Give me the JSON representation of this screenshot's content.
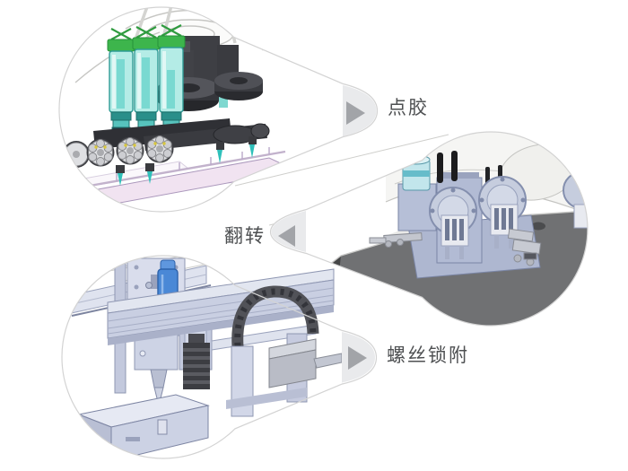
{
  "process_flow": {
    "steps": [
      {
        "label": "点胶",
        "arrow": "right",
        "illustration": "glue-dispensing-head-render"
      },
      {
        "label": "翻转",
        "arrow": "left",
        "illustration": "flip-station-fixture-plate-render"
      },
      {
        "label": "螺丝锁附",
        "arrow": "right",
        "illustration": "screw-locking-gantry-machine-render"
      }
    ]
  },
  "colors": {
    "background": "#ffffff",
    "bubble_outline": "#d3d3d3",
    "tail_tip_fill": "#e9eaec",
    "arrow_fill": "#a2a4a8",
    "label_text": "#4e5052",
    "plate_gray": "#707173",
    "machine_lavender": "#ccd2e4",
    "machine_dark": "#3a3b40",
    "syringe_teal": "#aeeae2",
    "cap_green": "#3cb54c",
    "driver_blue": "#4a88d6",
    "tray_pink": "#f1e3f1",
    "cyl_teal_light": "#c2e6ec"
  }
}
